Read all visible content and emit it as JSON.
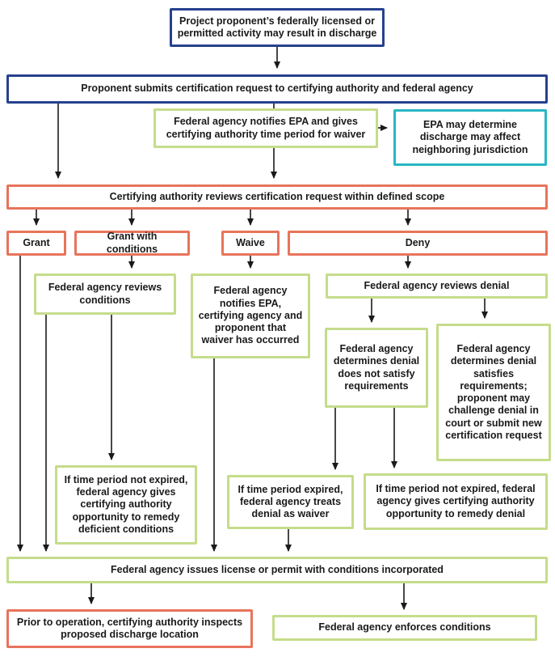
{
  "colors": {
    "navy": "#26418f",
    "red": "#e8745c",
    "green": "#c5dc8b",
    "teal": "#29b6c5",
    "arrow": "#1a1a1a"
  },
  "nodes": {
    "start": {
      "text": "Project proponent’s federally licensed or permitted activity may result in discharge"
    },
    "submit": {
      "text": "Proponent submits certification request to certifying authority and federal agency"
    },
    "notify": {
      "text": "Federal agency notifies EPA and gives certifying authority time period for waiver"
    },
    "epa": {
      "text": "EPA may determine discharge may affect neighboring jurisdiction"
    },
    "review": {
      "text": "Certifying authority reviews certification request within defined scope"
    },
    "grant": {
      "text": "Grant"
    },
    "grantConditions": {
      "text": "Grant with conditions"
    },
    "waive": {
      "text": "Waive"
    },
    "deny": {
      "text": "Deny"
    },
    "reviewsConditions": {
      "text": "Federal agency reviews conditions"
    },
    "notifiesWaiver": {
      "text": "Federal agency notifies EPA, certifying agency and proponent that waiver has occurred"
    },
    "reviewsDenial": {
      "text": "Federal agency reviews denial"
    },
    "denialNotSatisfy": {
      "text": "Federal agency determines denial does not satisfy requirements"
    },
    "denialSatisfies": {
      "text": "Federal agency determines denial satisfies requirements; proponent may challenge denial in court or submit new certification request"
    },
    "remedyDeficient": {
      "text": "If time period not expired, federal agency gives certifying authority opportunity to remedy deficient conditions"
    },
    "treatsWaiver": {
      "text": "If time period expired, federal agency treats denial as waiver"
    },
    "remedyDenial": {
      "text": "If time period not expired, federal agency gives certifying authority opportunity to remedy denial"
    },
    "issues": {
      "text": "Federal agency issues license or permit with conditions incorporated"
    },
    "inspects": {
      "text": "Prior to operation, certifying authority inspects proposed discharge location"
    },
    "enforces": {
      "text": "Federal agency enforces conditions"
    }
  }
}
